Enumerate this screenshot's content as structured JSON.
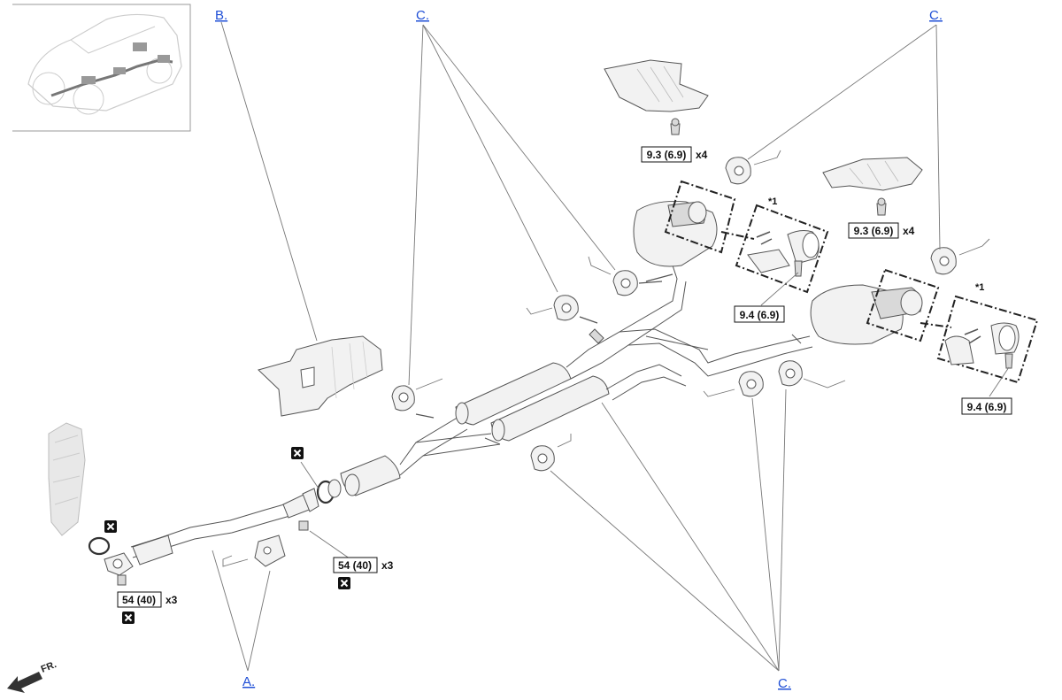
{
  "callouts": {
    "a": "A.",
    "b": "B.",
    "c_top_left": "C.",
    "c_top_right": "C.",
    "c_bottom": "C."
  },
  "torque": {
    "front_flange": "54 (40)",
    "front_flange_qty": "x3",
    "joint_flange": "54 (40)",
    "joint_flange_qty": "x3",
    "shield_left": "9.3 (6.9)",
    "shield_left_qty": "x4",
    "shield_right": "9.3 (6.9)",
    "shield_right_qty": "x4",
    "tip_left": "9.4 (6.9)",
    "tip_right": "9.4 (6.9)"
  },
  "notes": {
    "star_left": "*1",
    "star_right": "*1",
    "front_arrow": "FR."
  },
  "icons": [
    "replace-part-icon",
    "front-direction-arrow-icon",
    "vehicle-locator-icon"
  ],
  "colors": {
    "link": "#1f4fd6",
    "line": "#555555",
    "box": "#111111"
  }
}
